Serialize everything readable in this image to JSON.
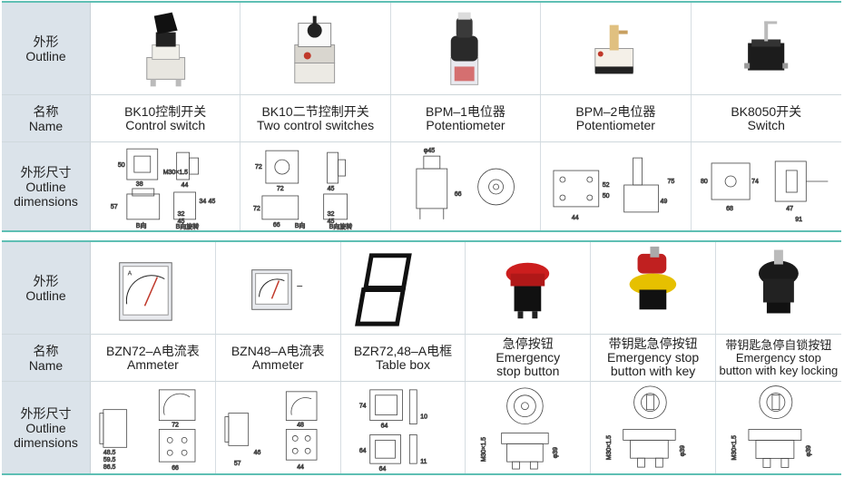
{
  "labels": {
    "outline_cn": "外形",
    "outline_en": "Outline",
    "name_cn": "名称",
    "name_en": "Name",
    "dim_cn": "外形尺寸",
    "dim_en1": "Outline",
    "dim_en2": "dimensions"
  },
  "table1": {
    "products": [
      {
        "cn": "BK10控制开关",
        "en": "Control switch",
        "dims": [
          "50",
          "38",
          "M30×1.5",
          "44",
          "57",
          "32",
          "34",
          "45",
          "45",
          "B向",
          "B向旋转"
        ]
      },
      {
        "cn": "BK10二节控制开关",
        "en": "Two control switches",
        "dims": [
          "72",
          "72",
          "45",
          "72",
          "66",
          "32",
          "45",
          "B向",
          "B向旋转"
        ]
      },
      {
        "cn": "BPM–1电位器",
        "en": "Potentiometer",
        "dims": [
          "φ45",
          "66"
        ]
      },
      {
        "cn": "BPM–2电位器",
        "en": "Potentiometer",
        "dims": [
          "52",
          "50",
          "44",
          "49",
          "75"
        ]
      },
      {
        "cn": "BK8050开关",
        "en": "Switch",
        "dims": [
          "80",
          "74",
          "68",
          "47",
          "91"
        ]
      }
    ]
  },
  "table2": {
    "products": [
      {
        "cn": "BZN72–A电流表",
        "en1": "Ammeter",
        "en2": "",
        "dims": [
          "72",
          "48.5",
          "59.5",
          "86.5",
          "66"
        ]
      },
      {
        "cn": "BZN48–A电流表",
        "en1": "Ammeter",
        "en2": "",
        "dims": [
          "48",
          "46",
          "57",
          "44"
        ]
      },
      {
        "cn": "BZR72,48–A电框",
        "en1": "Table box",
        "en2": "",
        "dims": [
          "74",
          "64",
          "10",
          "64",
          "64",
          "11"
        ]
      },
      {
        "cn": "急停按钮",
        "en1": "Emergency",
        "en2": "stop button",
        "dims": [
          "M30×1.5",
          "φ39"
        ]
      },
      {
        "cn": "带钥匙急停按钮",
        "en1": "Emergency stop",
        "en2": "button with key",
        "dims": [
          "M30×1.5",
          "φ39"
        ]
      },
      {
        "cn": "带钥匙急停自锁按钮",
        "en1": "Emergency stop",
        "en2": "button with key locking",
        "dims": [
          "M30×1.5",
          "φ39"
        ]
      }
    ]
  },
  "colors": {
    "accent_line": "#5fbfb4",
    "header_bg": "#dbe3ea"
  }
}
